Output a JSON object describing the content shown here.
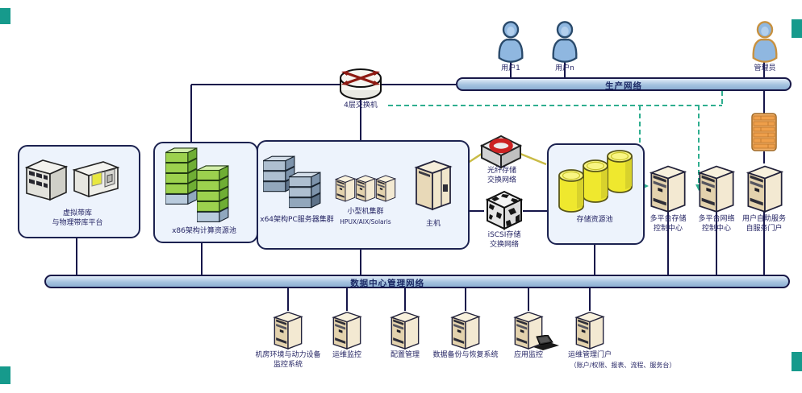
{
  "colors": {
    "box_fill": "#edf3fc",
    "box_border": "#1c2250",
    "bar_fill": "#a6c3e0",
    "line": "#16164a",
    "dashed_link": "#2fae8f",
    "yellow_link": "#c9bb45",
    "corner_mark": "#169a8c",
    "rack_green": "#9cd14e",
    "storage_yellow": "#efe82e",
    "user_blue": "#8fb7e0",
    "firewall_orange": "#f5b269"
  },
  "network_bars": {
    "production": {
      "label": "生产网络"
    },
    "management": {
      "label": "数据中心管理网络"
    }
  },
  "router": {
    "label": "4层交换机"
  },
  "users": [
    {
      "label": "用户1"
    },
    {
      "label": "用户n"
    }
  ],
  "admin": {
    "label": "管理员"
  },
  "groups": {
    "tape": {
      "line1": "虚拟带库",
      "line2": "与物理带库平台"
    },
    "x86_pool": {
      "label": "x86架构计算资源池"
    },
    "x64_cluster": {
      "label": "x64架构PC服务器集群"
    },
    "mini_cluster": {
      "line1": "小型机集群",
      "line2": "HPUX/AIX/Solaris"
    },
    "host": {
      "label": "主机"
    },
    "fc_switch": {
      "line1": "光纤存储",
      "line2": "交换网络"
    },
    "iscsi_switch": {
      "line1": "iSCSI存储",
      "line2": "交换网络"
    },
    "storage_pool": {
      "label": "存储资源池"
    }
  },
  "right_servers": [
    {
      "line1": "多平台存储",
      "line2": "控制中心"
    },
    {
      "line1": "多平台网络",
      "line2": "控制中心"
    },
    {
      "line1": "用户自助服务",
      "line2": "自服务门户"
    }
  ],
  "bottom_servers": [
    {
      "line1": "机房环境与动力设备",
      "line2": "监控系统"
    },
    {
      "line1": "运维监控"
    },
    {
      "line1": "配置管理"
    },
    {
      "line1": "数据备份与恢复系统"
    },
    {
      "line1": "应用监控"
    },
    {
      "line1": "运维管理门户",
      "line2": "（账户/权限、报表、流程、服务台）"
    }
  ]
}
